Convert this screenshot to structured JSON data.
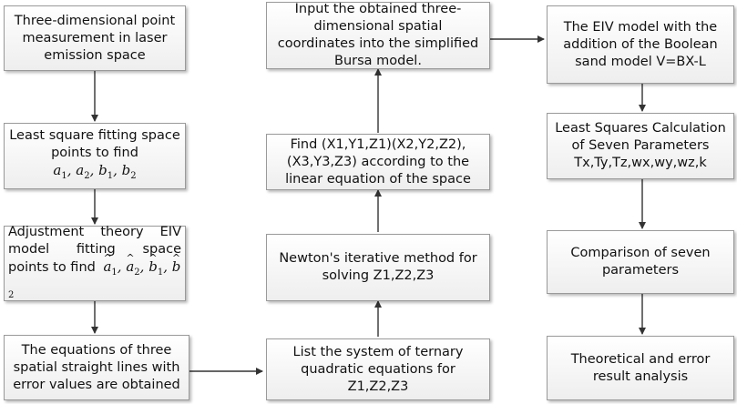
{
  "col1": {
    "box1": {
      "line1": "Three-dimensional point",
      "line2": "measurement in laser",
      "line3": "emission space"
    },
    "box2": {
      "line1": "Least square fitting space",
      "line2": "points to find",
      "formula": "a1, a2, b1, b2"
    },
    "box3": {
      "line1": "Adjustment theory EIV",
      "line2": "model fitting space",
      "line3": "points to find",
      "formula": "â1, â2, b̂1, b̂2"
    },
    "box4": {
      "line1": "The equations of three",
      "line2": "spatial straight lines with",
      "line3": "error values are obtained"
    }
  },
  "col2": {
    "box1": {
      "line1": "Input the obtained three-",
      "line2": "dimensional spatial",
      "line3": "coordinates into the simplified",
      "line4": "Bursa model."
    },
    "box2": {
      "line1": "Find (X1,Y1,Z1)(X2,Y2,Z2),",
      "line2": "(X3,Y3,Z3) according to the",
      "line3": "linear equation of the space"
    },
    "box3": {
      "line1": "Newton's iterative method for",
      "line2": "solving Z1,Z2,Z3"
    },
    "box4": {
      "line1": "List the system of ternary",
      "line2": "quadratic equations for",
      "line3": "Z1,Z2,Z3"
    }
  },
  "col3": {
    "box1": {
      "line1": "The EIV model with the",
      "line2": "addition of the Boolean",
      "line3": "sand model V=BX-L"
    },
    "box2": {
      "line1": "Least Squares Calculation",
      "line2": "of Seven Parameters",
      "line3": "Tx,Ty,Tz,wx,wy,wz,k"
    },
    "box3": {
      "line1": "Comparison of seven",
      "line2": "parameters"
    },
    "box4": {
      "line1": "Theoretical and error",
      "line2": "result analysis"
    }
  }
}
